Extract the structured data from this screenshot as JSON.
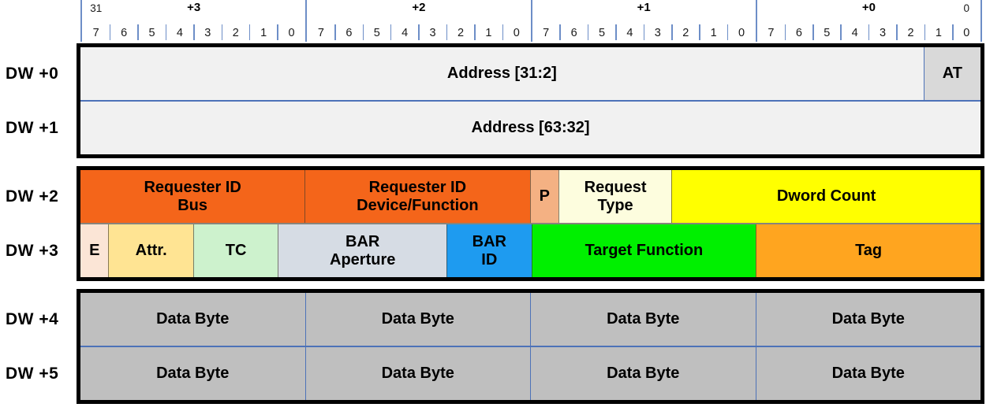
{
  "header": {
    "byte_labels": [
      "+3",
      "+2",
      "+1",
      "+0"
    ],
    "bit_numbers": [
      "7",
      "6",
      "5",
      "4",
      "3",
      "2",
      "1",
      "0"
    ],
    "msb_label": "31",
    "lsb_label": "0"
  },
  "colors": {
    "ruler_line": "#6d8ec7",
    "divider_light": "#4d72b8",
    "divider_dark": "rgba(62,56,44,0.62)",
    "block_border": "#000000",
    "address_bg": "#F1F1F1",
    "at_bg": "#D9D9D9",
    "requester_bg": "#F4651A",
    "p_bg": "#F4B183",
    "request_type_bg": "#FDFDDE",
    "dword_count_bg": "#FFFF00",
    "e_bg": "#FBE5D6",
    "attr_bg": "#FFE493",
    "tc_bg": "#CDF2CD",
    "bar_aperture_bg": "#D6DCE4",
    "bar_id_bg": "#1E9BF0",
    "target_function_bg": "#00F000",
    "tag_bg": "#FFA51F",
    "data_bg": "#BFBFBF"
  },
  "layout_tops": [
    55,
    211,
    367
  ],
  "blocks": [
    {
      "divider": "light",
      "rows": [
        {
          "label": "DW +0",
          "fields": [
            {
              "name": "address-31-2",
              "label": "Address [31:2]",
              "bits": 30,
              "bg": "address_bg",
              "center_full_row": true
            },
            {
              "name": "at",
              "label": "AT",
              "bits": 2,
              "bg": "at_bg"
            }
          ]
        },
        {
          "label": "DW +1",
          "fields": [
            {
              "name": "address-63-32",
              "label": "Address [63:32]",
              "bits": 32,
              "bg": "address_bg"
            }
          ]
        }
      ]
    },
    {
      "divider": "dark",
      "rows": [
        {
          "label": "DW +2",
          "fields": [
            {
              "name": "requester-id-bus",
              "label": "Requester ID\nBus",
              "bits": 8,
              "bg": "requester_bg"
            },
            {
              "name": "requester-id-device-function",
              "label": "Requester ID\nDevice/Function",
              "bits": 8,
              "bg": "requester_bg"
            },
            {
              "name": "p",
              "label": "P",
              "bits": 1,
              "bg": "p_bg"
            },
            {
              "name": "request-type",
              "label": "Request\nType",
              "bits": 4,
              "bg": "request_type_bg"
            },
            {
              "name": "dword-count",
              "label": "Dword Count",
              "bits": 11,
              "bg": "dword_count_bg"
            }
          ]
        },
        {
          "label": "DW +3",
          "fields": [
            {
              "name": "e",
              "label": "E",
              "bits": 1,
              "bg": "e_bg"
            },
            {
              "name": "attr",
              "label": "Attr.",
              "bits": 3,
              "bg": "attr_bg"
            },
            {
              "name": "tc",
              "label": "TC",
              "bits": 3,
              "bg": "tc_bg"
            },
            {
              "name": "bar-aperture",
              "label": "BAR\nAperture",
              "bits": 6,
              "bg": "bar_aperture_bg"
            },
            {
              "name": "bar-id",
              "label": "BAR\nID",
              "bits": 3,
              "bg": "bar_id_bg"
            },
            {
              "name": "target-function",
              "label": "Target Function",
              "bits": 8,
              "bg": "target_function_bg"
            },
            {
              "name": "tag",
              "label": "Tag",
              "bits": 8,
              "bg": "tag_bg"
            }
          ]
        }
      ]
    },
    {
      "divider": "light",
      "rows": [
        {
          "label": "DW +4",
          "fields": [
            {
              "name": "data-byte-3",
              "label": "Data Byte",
              "bits": 8,
              "bg": "data_bg"
            },
            {
              "name": "data-byte-2",
              "label": "Data Byte",
              "bits": 8,
              "bg": "data_bg"
            },
            {
              "name": "data-byte-1",
              "label": "Data Byte",
              "bits": 8,
              "bg": "data_bg"
            },
            {
              "name": "data-byte-0",
              "label": "Data Byte",
              "bits": 8,
              "bg": "data_bg"
            }
          ]
        },
        {
          "label": "DW +5",
          "fields": [
            {
              "name": "data-byte-3",
              "label": "Data Byte",
              "bits": 8,
              "bg": "data_bg"
            },
            {
              "name": "data-byte-2",
              "label": "Data Byte",
              "bits": 8,
              "bg": "data_bg"
            },
            {
              "name": "data-byte-1",
              "label": "Data Byte",
              "bits": 8,
              "bg": "data_bg"
            },
            {
              "name": "data-byte-0",
              "label": "Data Byte",
              "bits": 8,
              "bg": "data_bg"
            }
          ]
        }
      ]
    }
  ]
}
